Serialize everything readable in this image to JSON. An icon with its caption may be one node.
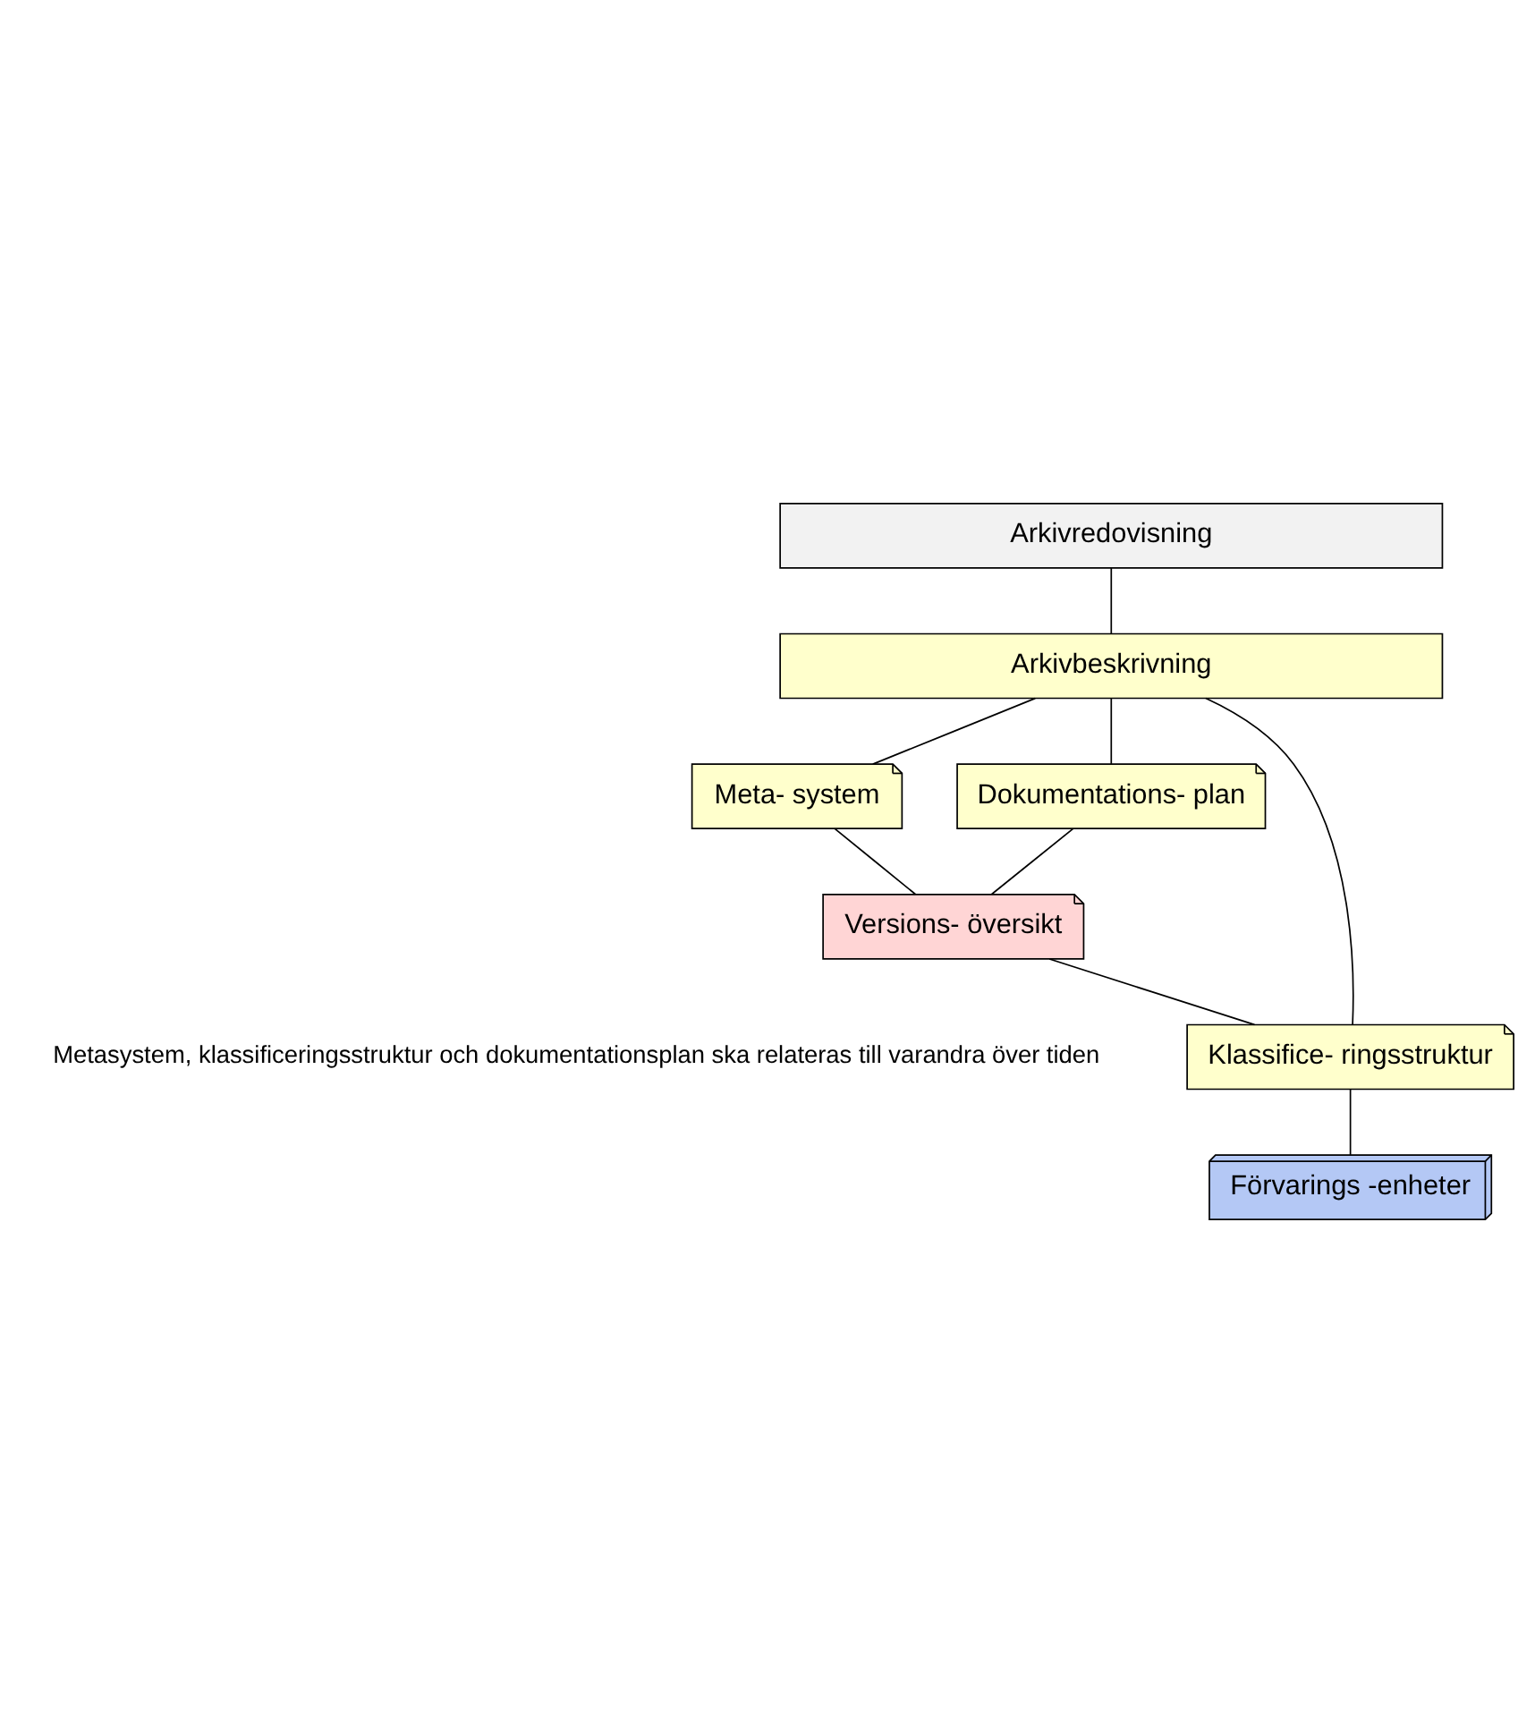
{
  "diagram": {
    "nodes": [
      {
        "text": [
          "Arkivredovisning"
        ]
      },
      {
        "text": [
          "Arkivbeskrivning"
        ]
      },
      {
        "text": [
          "Meta- system"
        ]
      },
      {
        "text": [
          "Dokumentations- plan"
        ]
      },
      {
        "text": [
          "Klassifice- ringsstruktur"
        ]
      },
      {
        "text": [
          "Versions- översikt"
        ]
      },
      {
        "text": [
          "Förvarings -enheter"
        ]
      }
    ],
    "edges": [
      {
        "from": 0,
        "to": 1,
        "arrow": "none"
      },
      {
        "from": 1,
        "to": 2,
        "arrow": "none"
      },
      {
        "from": 1,
        "to": 3,
        "arrow": "none"
      },
      {
        "from": 1,
        "to": 4,
        "arrow": "none"
      },
      {
        "from": 3,
        "to": 5,
        "arrow": "none"
      },
      {
        "from": 2,
        "to": 5,
        "arrow": "none"
      },
      {
        "from": 5,
        "to": 4,
        "arrow": "none"
      },
      {
        "from": 4,
        "to": 6,
        "arrow": "none"
      }
    ],
    "labels": [
      "Metasystem, klassificeringsstruktur och dokumentationsplan ska relateras till varandra över tiden"
    ]
  }
}
